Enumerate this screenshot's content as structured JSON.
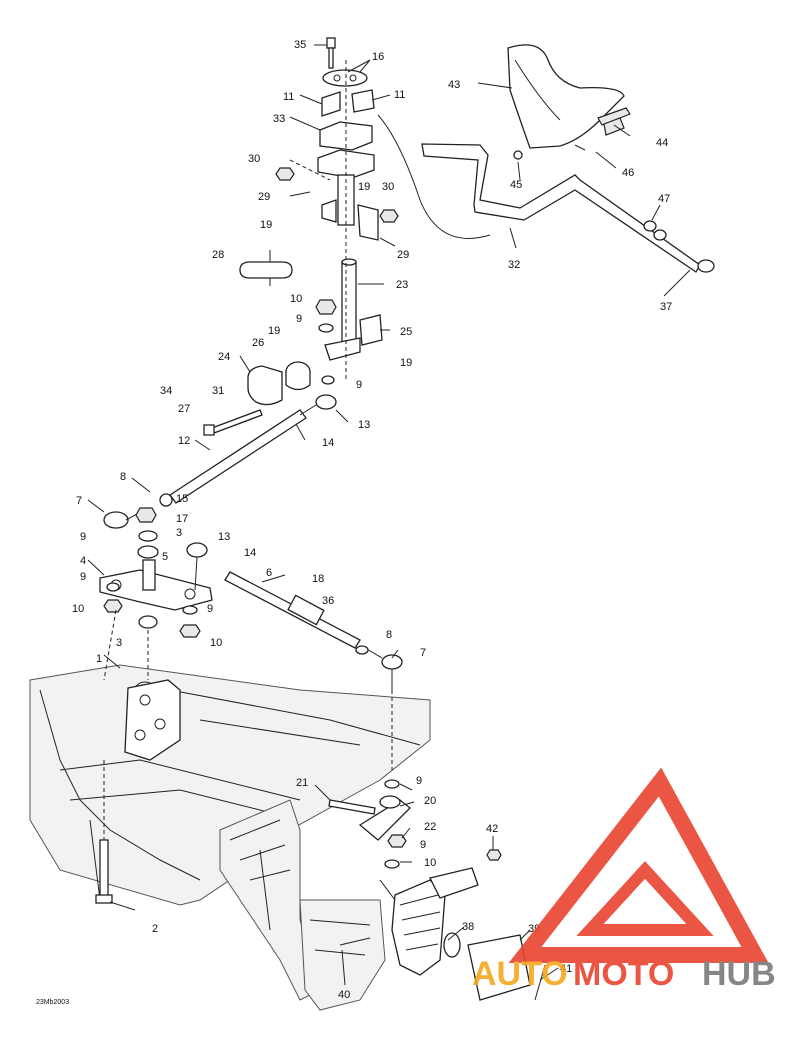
{
  "figure_code": "23Mb2003",
  "watermark": {
    "text_auto": "AUTO",
    "text_moto": "MOTO",
    "text_hub": "HUB",
    "color_red": "#e8442f",
    "color_orange": "#f4a71c",
    "color_gray": "#7a7a7a"
  },
  "callouts": {
    "c1": "1",
    "c2": "2",
    "c3a": "3",
    "c3b": "3",
    "c4": "4",
    "c5": "5",
    "c6": "6",
    "c7a": "7",
    "c7b": "7",
    "c8a": "8",
    "c8b": "8",
    "c9a": "9",
    "c9b": "9",
    "c9c": "9",
    "c9d": "9",
    "c9e": "9",
    "c9f": "9",
    "c9g": "9",
    "c10a": "10",
    "c10b": "10",
    "c10c": "10",
    "c10d": "10",
    "c11a": "11",
    "c11b": "11",
    "c12": "12",
    "c13a": "13",
    "c13b": "13",
    "c14a": "14",
    "c14b": "14",
    "c15": "15",
    "c16": "16",
    "c17": "17",
    "c18": "18",
    "c19a": "19",
    "c19b": "19",
    "c19c": "19",
    "c19d": "19",
    "c20": "20",
    "c21": "21",
    "c22": "22",
    "c23": "23",
    "c24": "24",
    "c25": "25",
    "c26": "26",
    "c27": "27",
    "c28": "28",
    "c29a": "29",
    "c29b": "29",
    "c30a": "30",
    "c30b": "30",
    "c31": "31",
    "c32": "32",
    "c33": "33",
    "c34": "34",
    "c35": "35",
    "c36": "36",
    "c37": "37",
    "c38": "38",
    "c39": "39",
    "c40": "40",
    "c41": "41",
    "c42": "42",
    "c43": "43",
    "c44": "44",
    "c45": "45",
    "c46": "46",
    "c47": "47"
  }
}
